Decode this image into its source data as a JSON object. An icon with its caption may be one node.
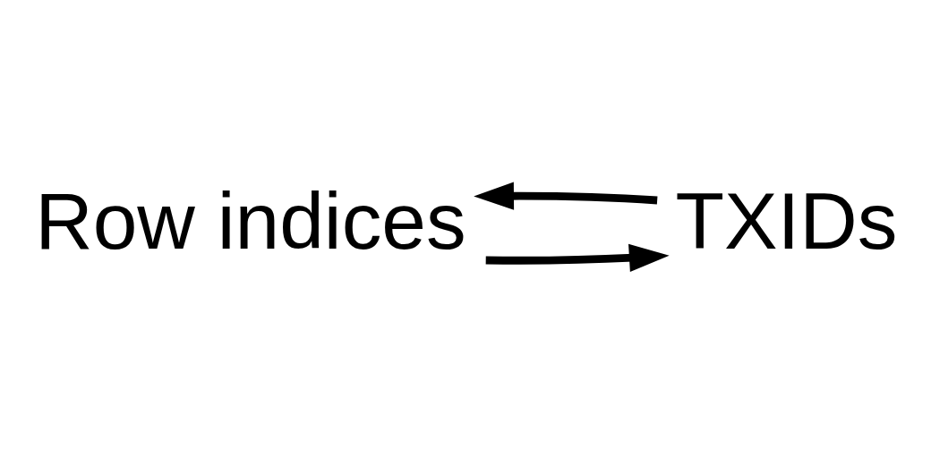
{
  "diagram": {
    "nodes": [
      {
        "text": [
          "Row indices"
        ]
      },
      {
        "text": [
          "TXIDs"
        ]
      }
    ],
    "edges": [
      {
        "from": 0,
        "to": 1,
        "arrow": "to"
      },
      {
        "from": 1,
        "to": 0,
        "arrow": "to"
      }
    ]
  }
}
